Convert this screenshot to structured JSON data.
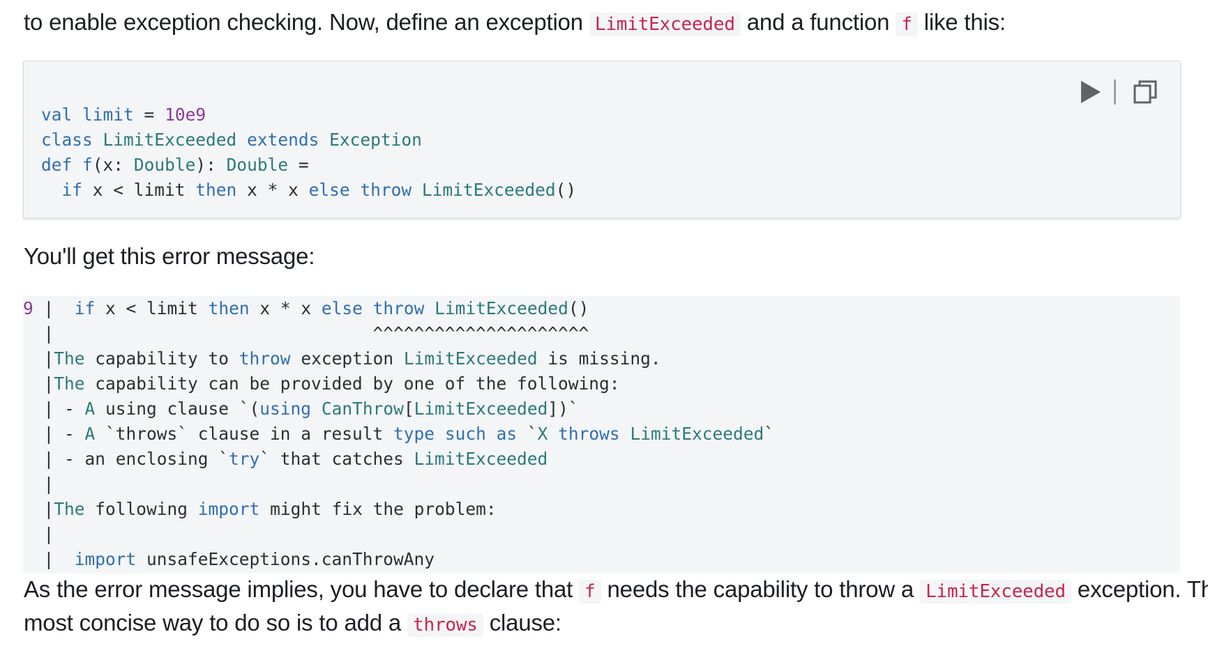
{
  "paragraphs": {
    "p1": {
      "before": "to enable exception checking. Now, define an exception ",
      "code1": "LimitExceeded",
      "middle": " and a function ",
      "code2": "f",
      "after": " like this:"
    },
    "p2": {
      "text": "You'll get this error message:"
    },
    "p3": {
      "before": "As the error message implies, you have to declare that ",
      "code1": "f",
      "middle": " needs the capability to throw a ",
      "code2": "LimitExceeded",
      "after": " exception. The"
    },
    "p4": {
      "before": "most concise way to do so is to add a ",
      "code1": "throws",
      "after": " clause:"
    }
  },
  "code_block": {
    "lines": [
      [
        [
          "kw",
          "val"
        ],
        [
          "pl",
          " "
        ],
        [
          "df",
          "limit"
        ],
        [
          "pl",
          " = "
        ],
        [
          "nm",
          "10e9"
        ]
      ],
      [
        [
          "kw",
          "class"
        ],
        [
          "pl",
          " "
        ],
        [
          "ty",
          "LimitExceeded"
        ],
        [
          "pl",
          " "
        ],
        [
          "kw",
          "extends"
        ],
        [
          "pl",
          " "
        ],
        [
          "ty",
          "Exception"
        ]
      ],
      [
        [
          "kw",
          "def"
        ],
        [
          "pl",
          " "
        ],
        [
          "df",
          "f"
        ],
        [
          "pl",
          "(x: "
        ],
        [
          "ty",
          "Double"
        ],
        [
          "pl",
          "): "
        ],
        [
          "ty",
          "Double"
        ],
        [
          "pl",
          " ="
        ]
      ],
      [
        [
          "pl",
          "  "
        ],
        [
          "kw",
          "if"
        ],
        [
          "pl",
          " x < limit "
        ],
        [
          "kw",
          "then"
        ],
        [
          "pl",
          " x * x "
        ],
        [
          "kw",
          "else"
        ],
        [
          "pl",
          " "
        ],
        [
          "kw",
          "throw"
        ],
        [
          "pl",
          " "
        ],
        [
          "ty",
          "LimitExceeded"
        ],
        [
          "pl",
          "()"
        ]
      ]
    ],
    "run_icon": "play-icon",
    "copy_icon": "copy-icon"
  },
  "error_block": {
    "lines": [
      [
        [
          "ln",
          "9"
        ],
        [
          "pl",
          " |  "
        ],
        [
          "kw",
          "if"
        ],
        [
          "pl",
          " x < limit "
        ],
        [
          "kw",
          "then"
        ],
        [
          "pl",
          " x * x "
        ],
        [
          "kw",
          "else"
        ],
        [
          "pl",
          " "
        ],
        [
          "kw",
          "throw"
        ],
        [
          "pl",
          " "
        ],
        [
          "ty",
          "LimitExceeded"
        ],
        [
          "pl",
          "()"
        ]
      ],
      [
        [
          "pl",
          "  |                               ^^^^^^^^^^^^^^^^^^^^^"
        ]
      ],
      [
        [
          "pl",
          "  |"
        ],
        [
          "ty",
          "The"
        ],
        [
          "pl",
          " capability to "
        ],
        [
          "kw",
          "throw"
        ],
        [
          "pl",
          " exception "
        ],
        [
          "ty",
          "LimitExceeded"
        ],
        [
          "pl",
          " is missing."
        ]
      ],
      [
        [
          "pl",
          "  |"
        ],
        [
          "ty",
          "The"
        ],
        [
          "pl",
          " capability can be provided by one of the following:"
        ]
      ],
      [
        [
          "pl",
          "  | - "
        ],
        [
          "ty",
          "A"
        ],
        [
          "pl",
          " using clause `("
        ],
        [
          "kw",
          "using"
        ],
        [
          "pl",
          " "
        ],
        [
          "ty",
          "CanThrow"
        ],
        [
          "pl",
          "["
        ],
        [
          "ty",
          "LimitExceeded"
        ],
        [
          "pl",
          "])`"
        ]
      ],
      [
        [
          "pl",
          "  | - "
        ],
        [
          "ty",
          "A"
        ],
        [
          "pl",
          " `throws` clause in a result "
        ],
        [
          "kw",
          "type"
        ],
        [
          "pl",
          " "
        ],
        [
          "kw",
          "such"
        ],
        [
          "pl",
          " "
        ],
        [
          "kw",
          "as"
        ],
        [
          "pl",
          " `"
        ],
        [
          "ty",
          "X"
        ],
        [
          "pl",
          " "
        ],
        [
          "kw",
          "throws"
        ],
        [
          "pl",
          " "
        ],
        [
          "ty",
          "LimitExceeded"
        ],
        [
          "pl",
          "`"
        ]
      ],
      [
        [
          "pl",
          "  | - an enclosing `"
        ],
        [
          "kw",
          "try"
        ],
        [
          "pl",
          "` that catches "
        ],
        [
          "ty",
          "LimitExceeded"
        ]
      ],
      [
        [
          "pl",
          "  |"
        ]
      ],
      [
        [
          "pl",
          "  |"
        ],
        [
          "ty",
          "The"
        ],
        [
          "pl",
          " following "
        ],
        [
          "kw",
          "import"
        ],
        [
          "pl",
          " might fix the problem:"
        ]
      ],
      [
        [
          "pl",
          "  |"
        ]
      ],
      [
        [
          "pl",
          "  |  "
        ],
        [
          "kw",
          "import"
        ],
        [
          "pl",
          " unsafeExceptions.canThrowAny"
        ]
      ]
    ]
  },
  "colors": {
    "keyword": "#2f6fb0",
    "type": "#2a7a7a",
    "number": "#8b3a96",
    "inline_code": "#c7254e",
    "code_bg": "#f4f5f7"
  }
}
